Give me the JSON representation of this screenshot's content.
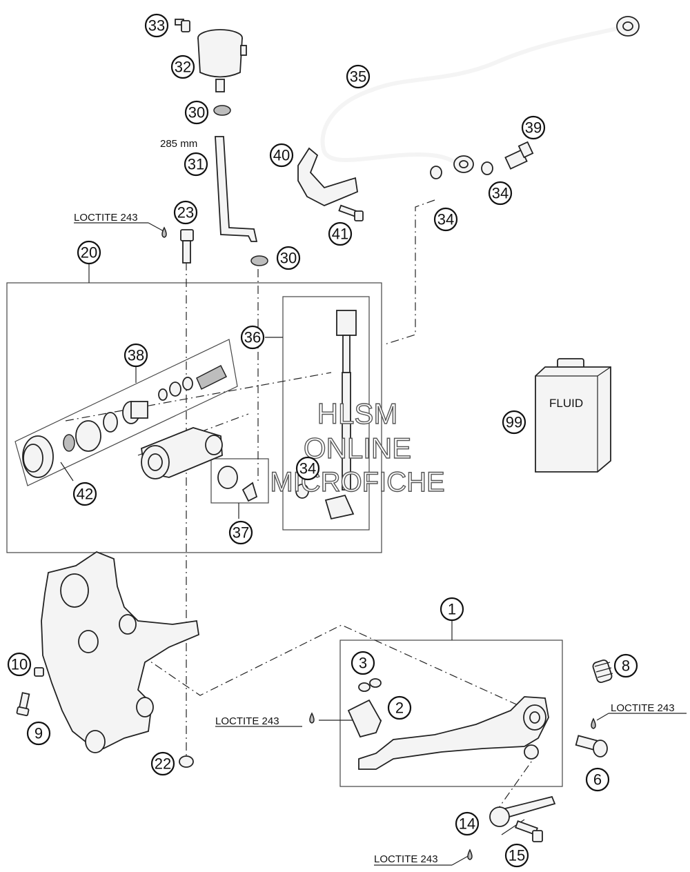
{
  "callouts": [
    {
      "id": "c33",
      "num": "33"
    },
    {
      "id": "c32",
      "num": "32"
    },
    {
      "id": "c30a",
      "num": "30"
    },
    {
      "id": "c31",
      "num": "31"
    },
    {
      "id": "c23",
      "num": "23"
    },
    {
      "id": "c30b",
      "num": "30"
    },
    {
      "id": "c20",
      "num": "20"
    },
    {
      "id": "c35",
      "num": "35"
    },
    {
      "id": "c40",
      "num": "40"
    },
    {
      "id": "c41",
      "num": "41"
    },
    {
      "id": "c39",
      "num": "39"
    },
    {
      "id": "c34a",
      "num": "34"
    },
    {
      "id": "c34b",
      "num": "34"
    },
    {
      "id": "c36",
      "num": "36"
    },
    {
      "id": "c38",
      "num": "38"
    },
    {
      "id": "c34c",
      "num": "34"
    },
    {
      "id": "c42",
      "num": "42"
    },
    {
      "id": "c37",
      "num": "37"
    },
    {
      "id": "c99",
      "num": "99"
    },
    {
      "id": "c1",
      "num": "1"
    },
    {
      "id": "c3",
      "num": "3"
    },
    {
      "id": "c2",
      "num": "2"
    },
    {
      "id": "c8",
      "num": "8"
    },
    {
      "id": "c10",
      "num": "10"
    },
    {
      "id": "c9",
      "num": "9"
    },
    {
      "id": "c22",
      "num": "22"
    },
    {
      "id": "c6",
      "num": "6"
    },
    {
      "id": "c14",
      "num": "14"
    },
    {
      "id": "c15",
      "num": "15"
    }
  ],
  "labels": {
    "hose_length": "285 mm",
    "loctite_23": "LOCTITE 243",
    "loctite_2": "LOCTITE 243",
    "loctite_6": "LOCTITE 243",
    "loctite_15": "LOCTITE 243",
    "fluid": "FLUID"
  },
  "watermark": {
    "line1": "HLSM",
    "line2": "ONLINE",
    "line3": "MICROFICHE"
  }
}
